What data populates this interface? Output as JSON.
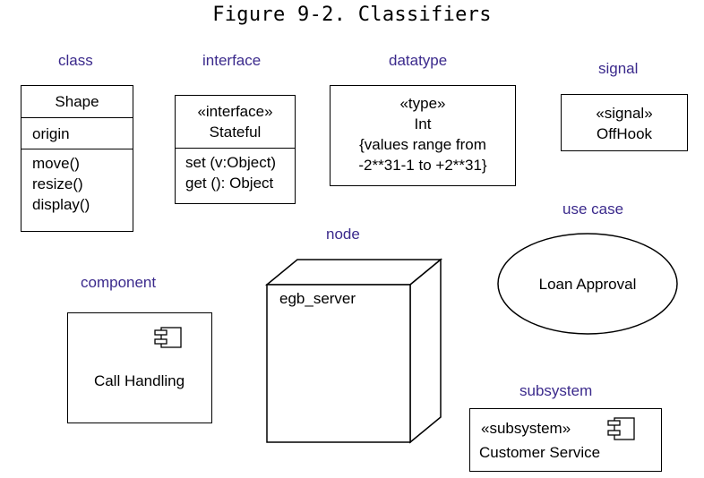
{
  "title": "Figure 9-2. Classifiers",
  "class": {
    "caption": "class",
    "name": "Shape",
    "attribute": "origin",
    "operations": [
      "move()",
      "resize()",
      "display()"
    ]
  },
  "interface": {
    "caption": "interface",
    "stereotype": "«interface»",
    "name": "Stateful",
    "operations": [
      "set (v:Object)",
      "get (): Object"
    ]
  },
  "datatype": {
    "caption": "datatype",
    "lines": [
      "«type»",
      "Int",
      "{values range from",
      "-2**31-1 to +2**31}"
    ]
  },
  "signal": {
    "caption": "signal",
    "stereotype": "«signal»",
    "name": "OffHook"
  },
  "use_case": {
    "caption": "use case",
    "name": "Loan Approval"
  },
  "node": {
    "caption": "node",
    "name": "egb_server"
  },
  "component": {
    "caption": "component",
    "name": "Call Handling"
  },
  "subsystem": {
    "caption": "subsystem",
    "stereotype": "«subsystem»",
    "name": "Customer Service"
  }
}
